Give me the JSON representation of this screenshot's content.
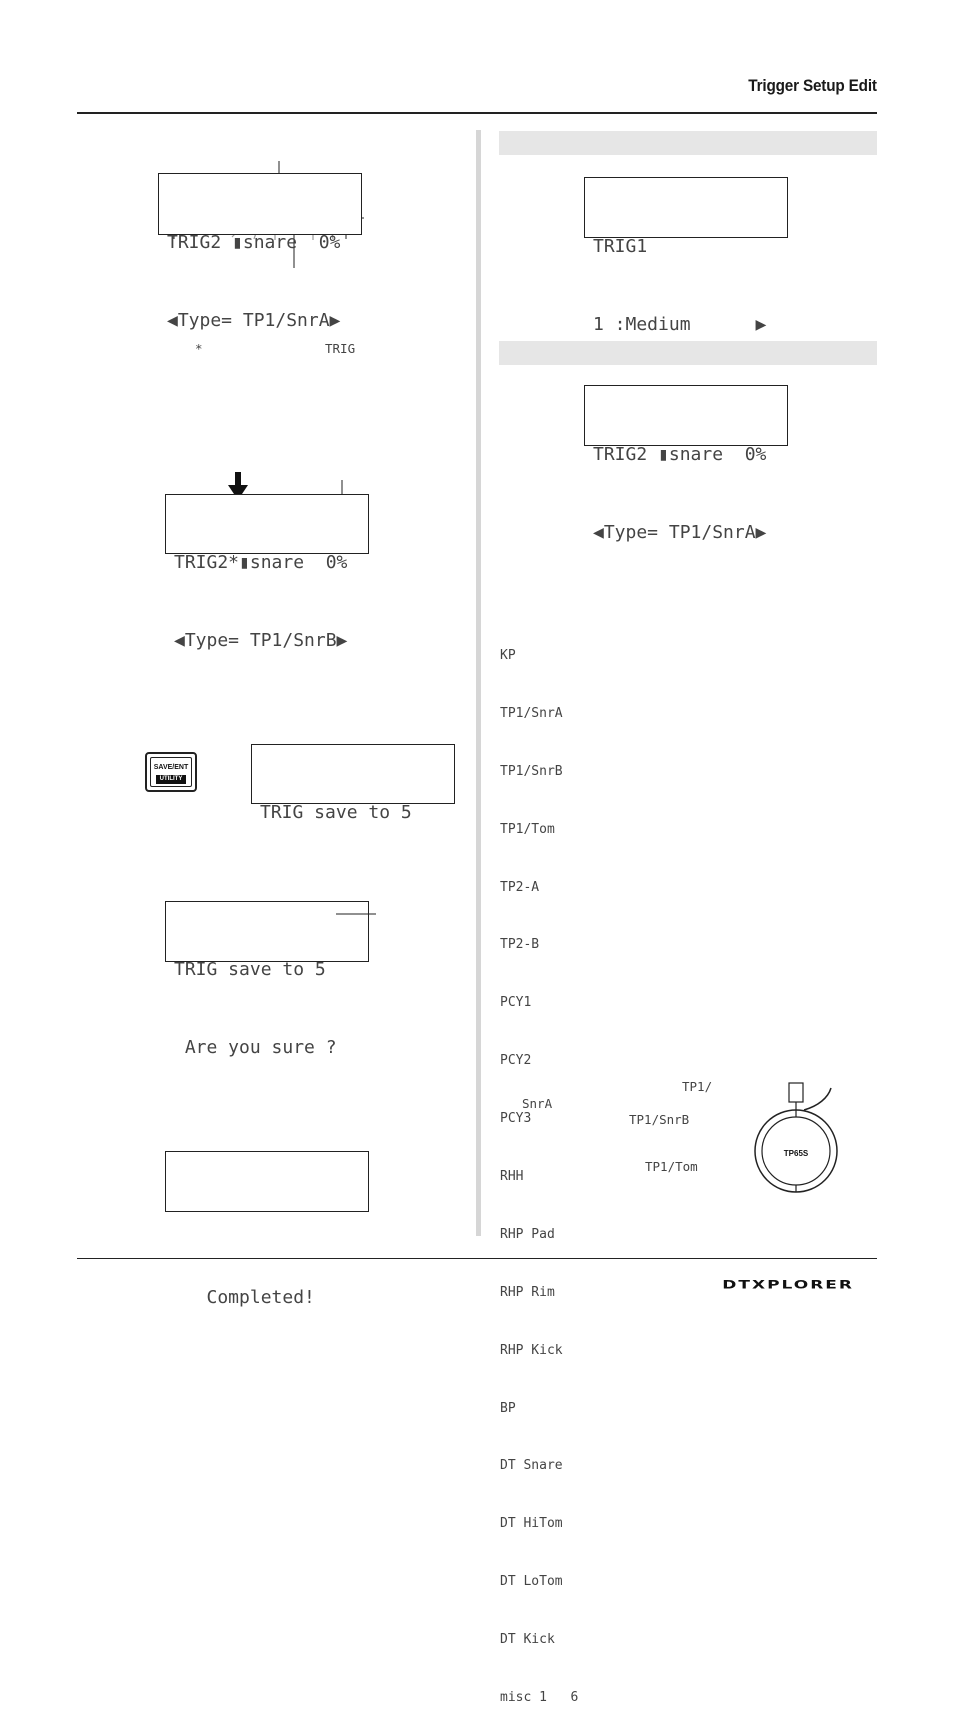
{
  "header": {
    "title": "Trigger Setup Edit"
  },
  "left": {
    "lcd_top": {
      "line1": "TRIG2 ▮snare  0%",
      "line2": "◀Type= TP1/SnrA▶"
    },
    "note_asterisk": "*",
    "note_trig": "TRIG",
    "lcd_edited": {
      "line1": "TRIG2*▮snare  0%",
      "line2": "◀Type= TP1/SnrB▶"
    },
    "save_button": {
      "label": "SAVE/ENT",
      "sublabel": "UTILITY"
    },
    "lcd_save": {
      "line1": "TRIG save to 5",
      "line2": ""
    },
    "lcd_confirm": {
      "line1": "TRIG save to 5",
      "line2": " Are you sure ?"
    },
    "lcd_completed": {
      "line1": "",
      "line2": "   Completed!"
    }
  },
  "right": {
    "lcd_trig1": {
      "line1": "TRIG1",
      "line2": "1 :Medium      ▶"
    },
    "lcd_trig2": {
      "line1": "TRIG2 ▮snare  0%",
      "line2": "◀Type= TP1/SnrA▶"
    },
    "type_list": [
      "KP",
      "TP1/SnrA",
      "TP1/SnrB",
      "TP1/Tom",
      "TP2-A",
      "TP2-B",
      "PCY1",
      "PCY2",
      "PCY3",
      "RHH",
      "RHP Pad",
      "RHP Rim",
      "RHP Kick",
      "BP",
      "DT Snare",
      "DT HiTom",
      "DT LoTom",
      "DT Kick",
      "misc 1   6"
    ],
    "pad_notes": {
      "tp1": "TP1/",
      "snra": "SnrA",
      "snrb": "TP1/SnrB",
      "tom": "TP1/Tom"
    },
    "pad_label": "TP65S"
  },
  "footer": {
    "logo": "DTXPLORER"
  }
}
